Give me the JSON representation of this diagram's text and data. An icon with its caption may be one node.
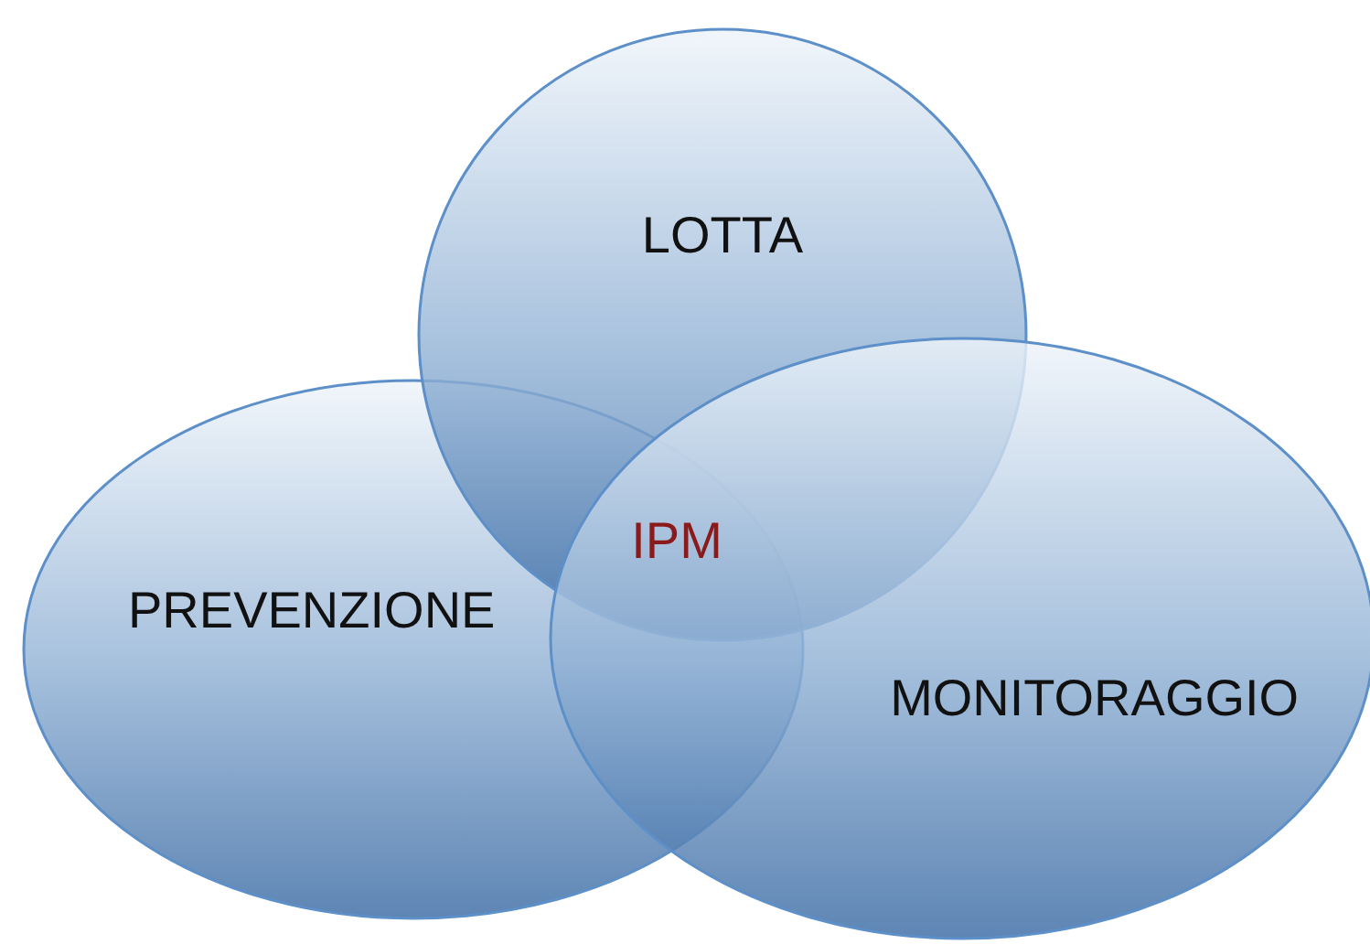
{
  "diagram": {
    "nodes": [
      {
        "text": [
          "LOTTA"
        ]
      },
      {
        "text": [
          "PREVENZIONE"
        ]
      },
      {
        "text": [
          "MONITORAGGIO"
        ]
      }
    ],
    "labels": [
      "IPM"
    ]
  }
}
